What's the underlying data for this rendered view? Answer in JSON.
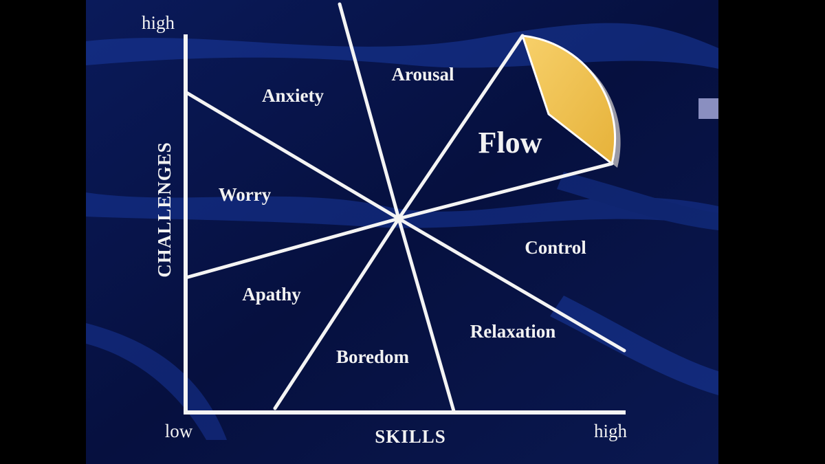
{
  "diagram": {
    "axes": {
      "y_title": "CHALLENGES",
      "y_high": "high",
      "x_title": "SKILLS",
      "x_low": "low",
      "x_high": "high"
    },
    "regions": {
      "anxiety": "Anxiety",
      "arousal": "Arousal",
      "flow": "Flow",
      "worry": "Worry",
      "control": "Control",
      "apathy": "Apathy",
      "relaxation": "Relaxation",
      "boredom": "Boredom"
    },
    "colors": {
      "background": "#0b1240",
      "lines": "#f4f4f4",
      "flow_highlight": "#f0c04a",
      "text": "#f2f2f2"
    }
  }
}
